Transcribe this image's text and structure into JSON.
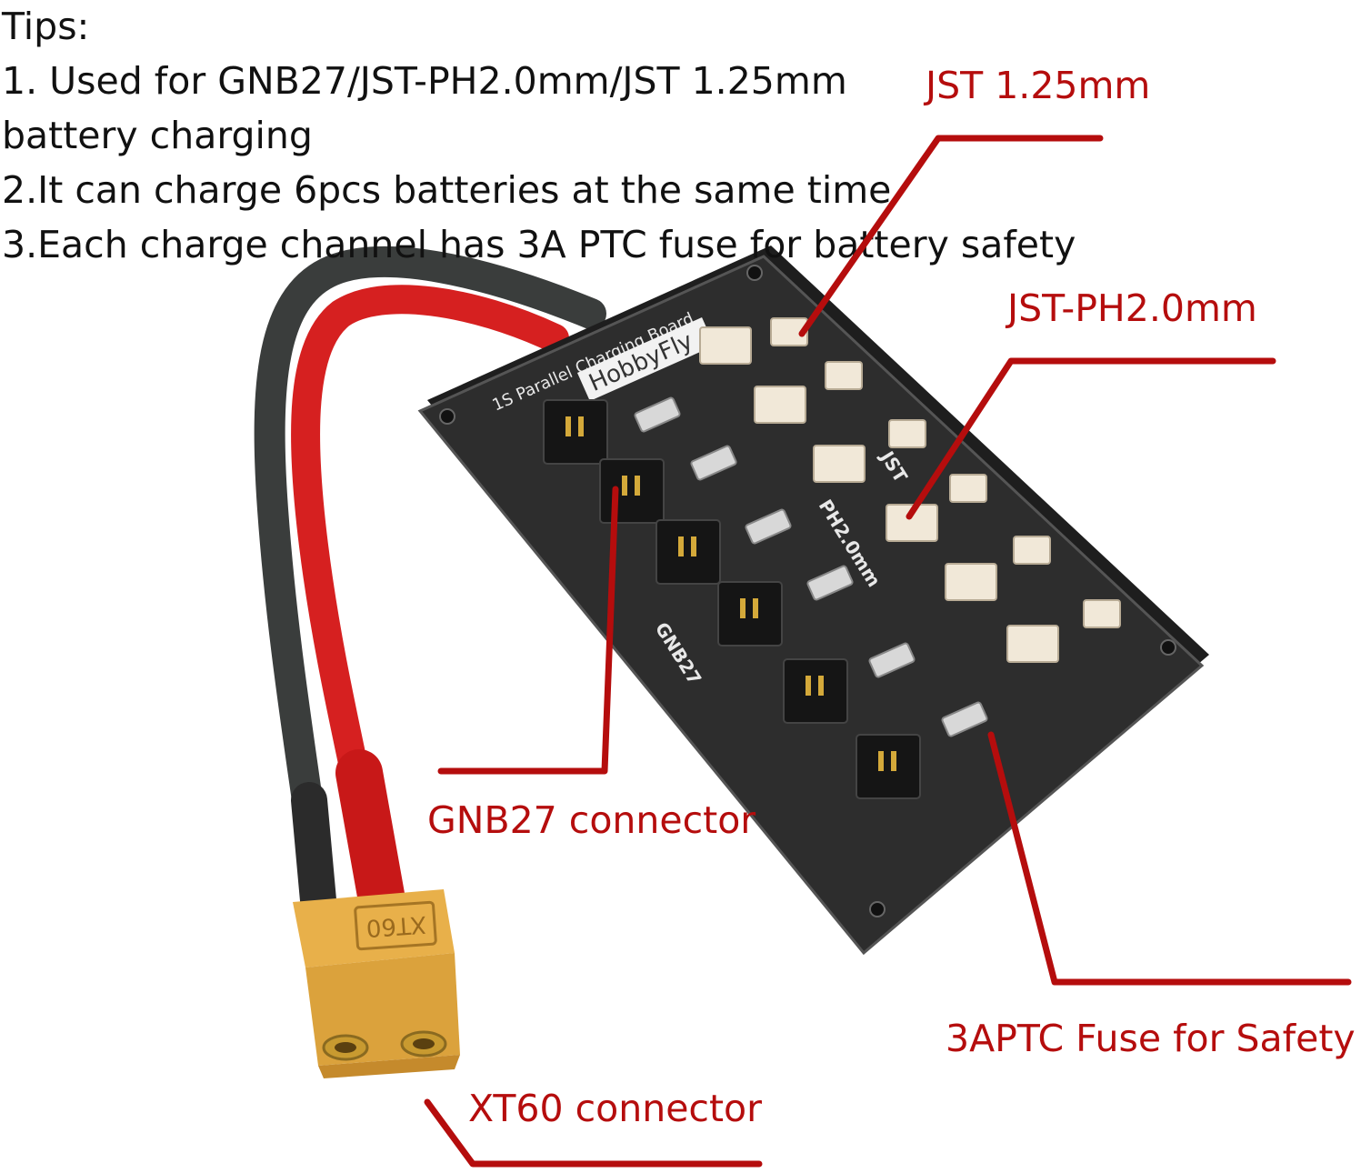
{
  "tips": {
    "heading": "Tips:",
    "line1": "1. Used for GNB27/JST-PH2.0mm/JST 1.25mm",
    "line2": "battery charging",
    "line3": "2.It can charge 6pcs batteries at the same time",
    "line4": "3.Each charge channel has 3A PTC fuse for battery safety"
  },
  "callouts": {
    "jst125": "JST 1.25mm",
    "jstph": "JST-PH2.0mm",
    "gnb27": "GNB27 connector",
    "fuse": "3APTC Fuse for Safety",
    "xt60": "XT60 connector"
  },
  "board": {
    "title": "1S Parallel Charging Board",
    "brand": "HobbyFly",
    "gnb_label": "GNB27",
    "ph_label": "PH2.0mm",
    "jst_label": "JST",
    "xt60_label": "XT60"
  },
  "colors": {
    "callout": "#b50d0d",
    "board": "#2a2a2a",
    "wire_red": "#d62020",
    "wire_black": "#3a3d3c",
    "xt60": "#e0a63c"
  }
}
